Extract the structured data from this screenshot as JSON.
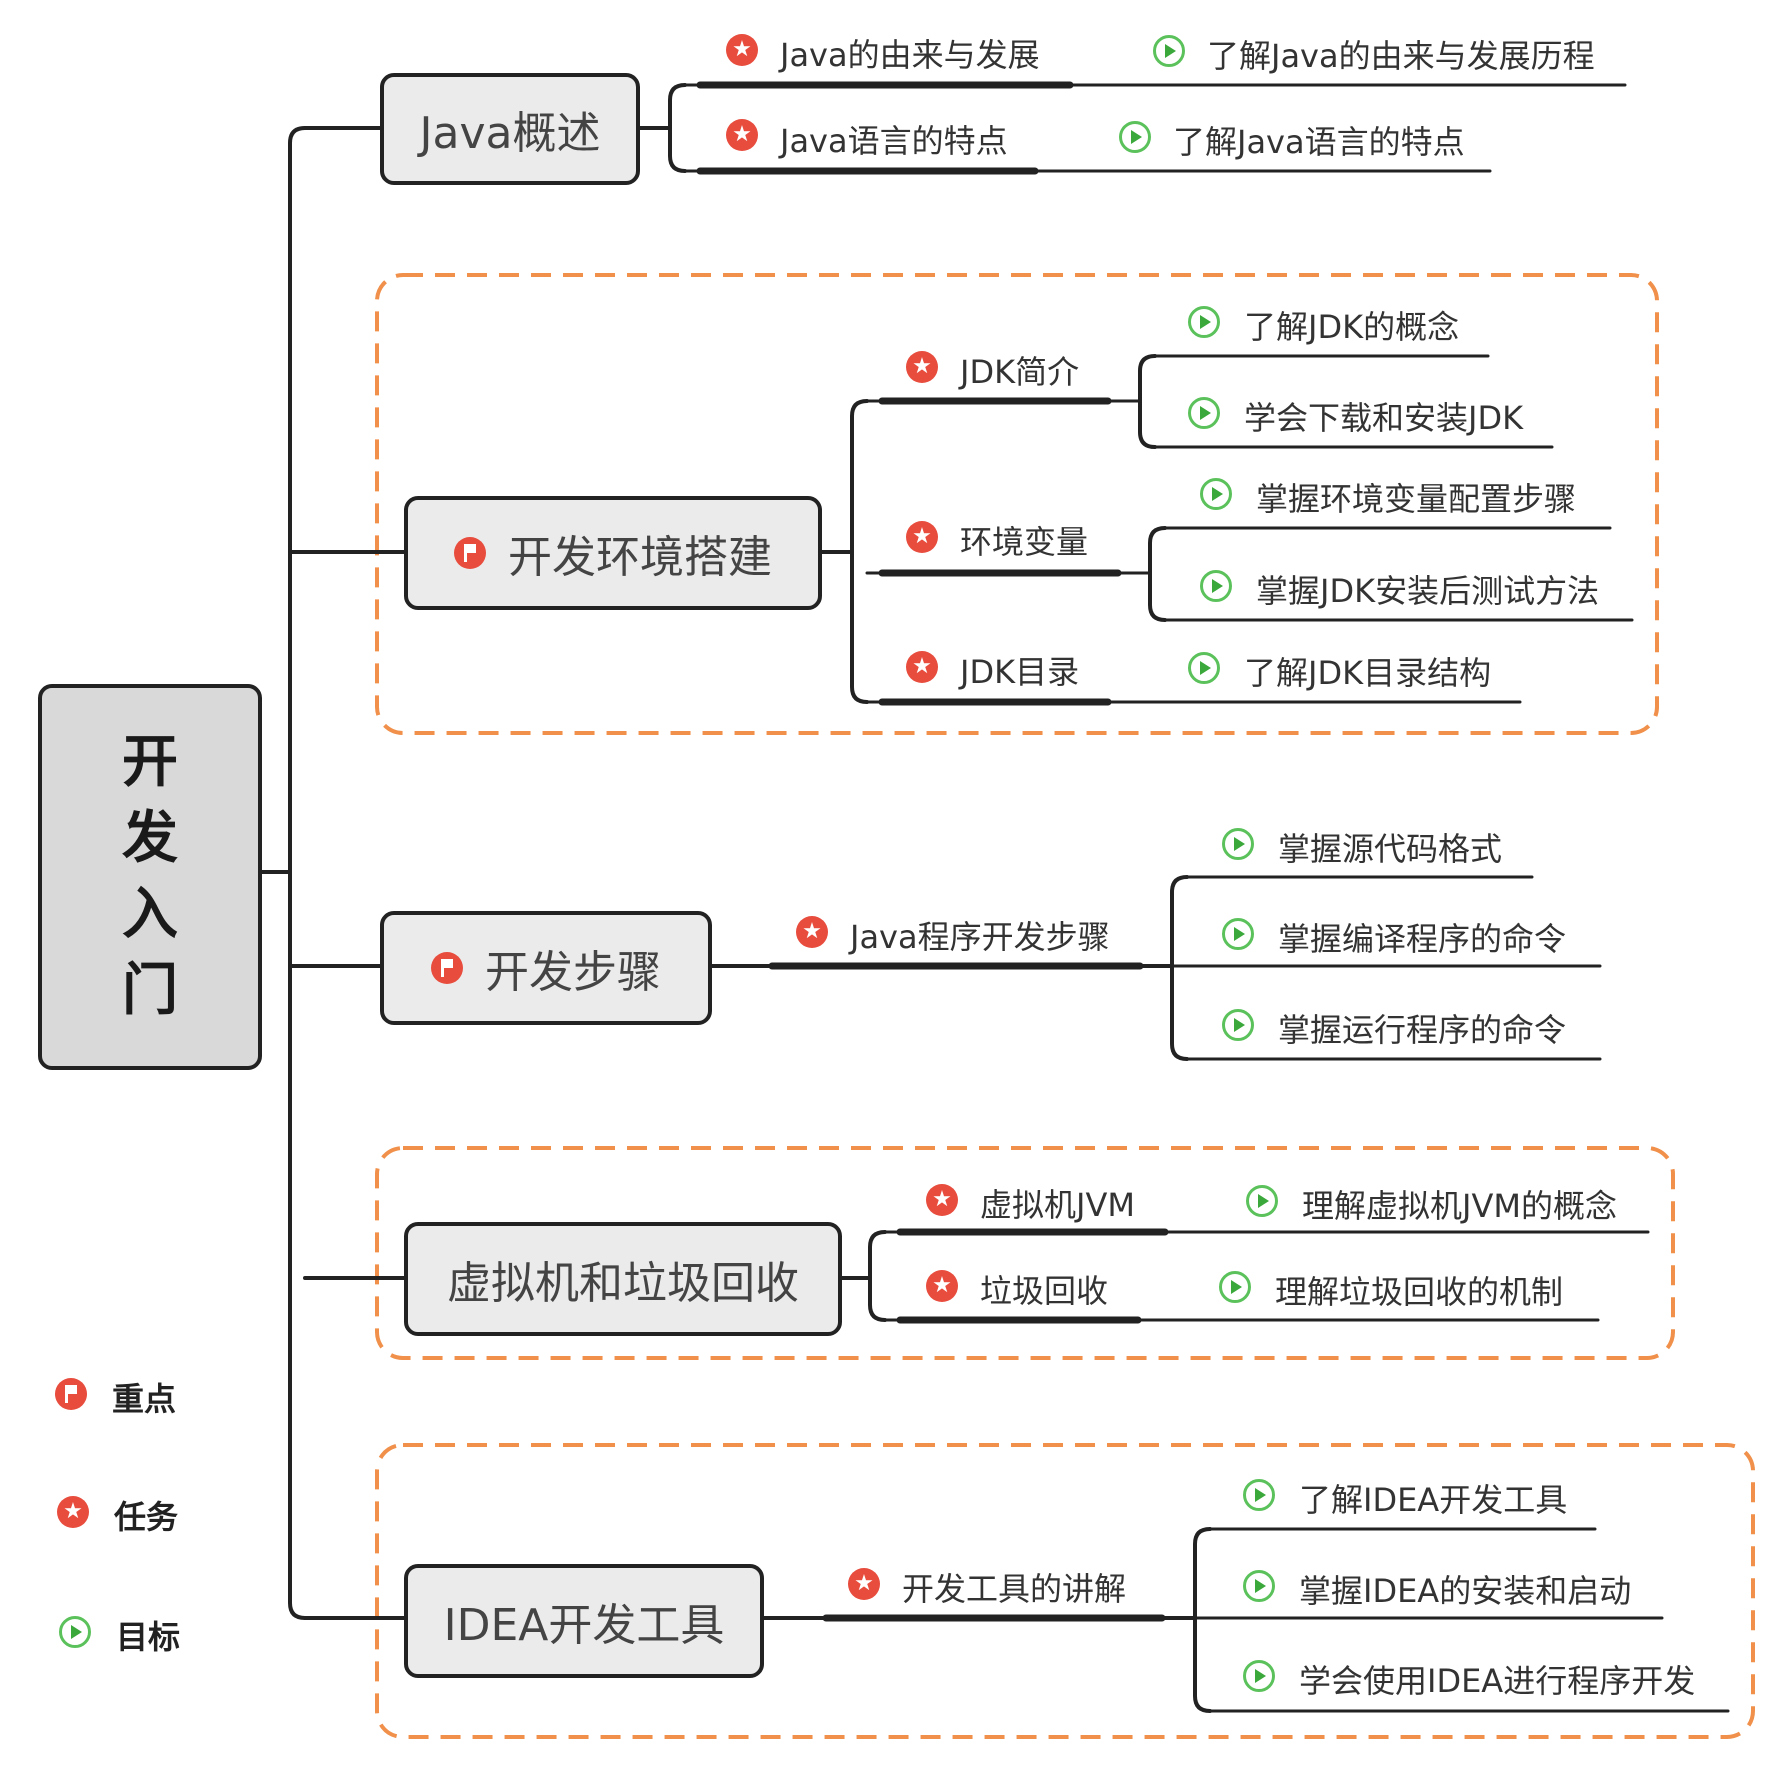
{
  "root": {
    "label": "开发入门"
  },
  "branches": [
    {
      "label": "Java概述",
      "tasks": [
        {
          "label": "Java的由来与发展",
          "goals": [
            "了解Java的由来与发展历程"
          ]
        },
        {
          "label": "Java语言的特点",
          "goals": [
            "了解Java语言的特点"
          ]
        }
      ]
    },
    {
      "label": "开发环境搭建",
      "tasks": [
        {
          "label": "JDK简介",
          "goals": [
            "了解JDK的概念",
            "学会下载和安装JDK"
          ]
        },
        {
          "label": "环境变量",
          "goals": [
            "掌握环境变量配置步骤",
            "掌握JDK安装后测试方法"
          ]
        },
        {
          "label": "JDK目录",
          "goals": [
            "了解JDK目录结构"
          ]
        }
      ]
    },
    {
      "label": "开发步骤",
      "tasks": [
        {
          "label": "Java程序开发步骤",
          "goals": [
            "掌握源代码格式",
            "掌握编译程序的命令",
            "掌握运行程序的命令"
          ]
        }
      ]
    },
    {
      "label": "虚拟机和垃圾回收",
      "tasks": [
        {
          "label": "虚拟机JVM",
          "goals": [
            "理解虚拟机JVM的概念"
          ]
        },
        {
          "label": "垃圾回收",
          "goals": [
            "理解垃圾回收的机制"
          ]
        }
      ]
    },
    {
      "label": "IDEA开发工具",
      "tasks": [
        {
          "label": "开发工具的讲解",
          "goals": [
            "了解IDEA开发工具",
            "掌握IDEA的安装和启动",
            "学会使用IDEA进行程序开发"
          ]
        }
      ]
    }
  ],
  "legend": [
    {
      "icon": "flag-icon",
      "label": "重点"
    },
    {
      "icon": "star-icon",
      "label": "任务"
    },
    {
      "icon": "play-icon",
      "label": "目标"
    }
  ],
  "colors": {
    "line": "#222222",
    "dashed_border": "#f0904a",
    "star": "#e84c3d",
    "goal": "#5bc25b",
    "box": "#ebebeb"
  }
}
